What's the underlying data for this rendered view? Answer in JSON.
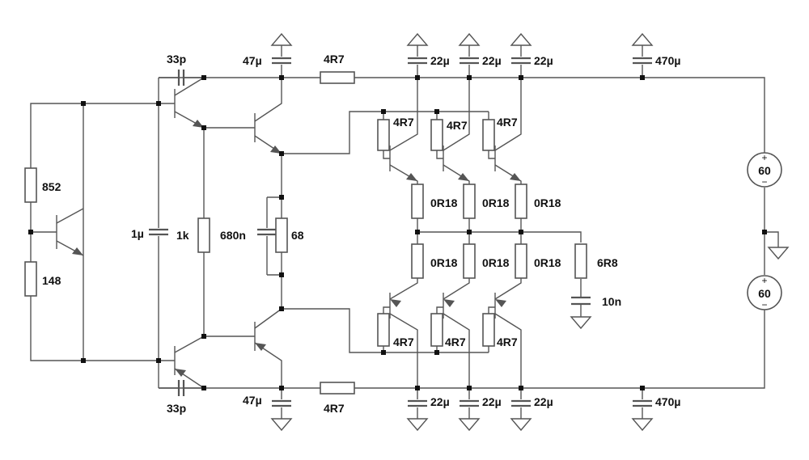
{
  "labels": {
    "c_in_top": "33p",
    "c_in_bot": "33p",
    "c_boot_top": "47µ",
    "c_boot_bot": "47µ",
    "r_rail_top": "4R7",
    "r_rail_bot": "4R7",
    "c_dec_top_1": "22µ",
    "c_dec_top_2": "22µ",
    "c_dec_top_3": "22µ",
    "c_dec_bot_1": "22µ",
    "c_dec_bot_2": "22µ",
    "c_dec_bot_3": "22µ",
    "c_bulk_top": "470µ",
    "c_bulk_bot": "470µ",
    "r_base_top_1": "4R7",
    "r_base_top_2": "4R7",
    "r_base_top_3": "4R7",
    "r_base_bot_1": "4R7",
    "r_base_bot_2": "4R7",
    "r_base_bot_3": "4R7",
    "r_emit_top_1": "0R18",
    "r_emit_top_2": "0R18",
    "r_emit_top_3": "0R18",
    "r_emit_bot_1": "0R18",
    "r_emit_bot_2": "0R18",
    "r_emit_bot_3": "0R18",
    "r_bias_top": "852",
    "r_bias_bot": "148",
    "c_bias": "1µ",
    "r_driver": "1k",
    "c_speedup": "680n",
    "r_speedup": "68",
    "r_zobel": "6R8",
    "c_zobel": "10n",
    "v_supply_top": "60",
    "v_supply_bot": "60",
    "sign_plus": "+",
    "sign_minus": "−"
  }
}
